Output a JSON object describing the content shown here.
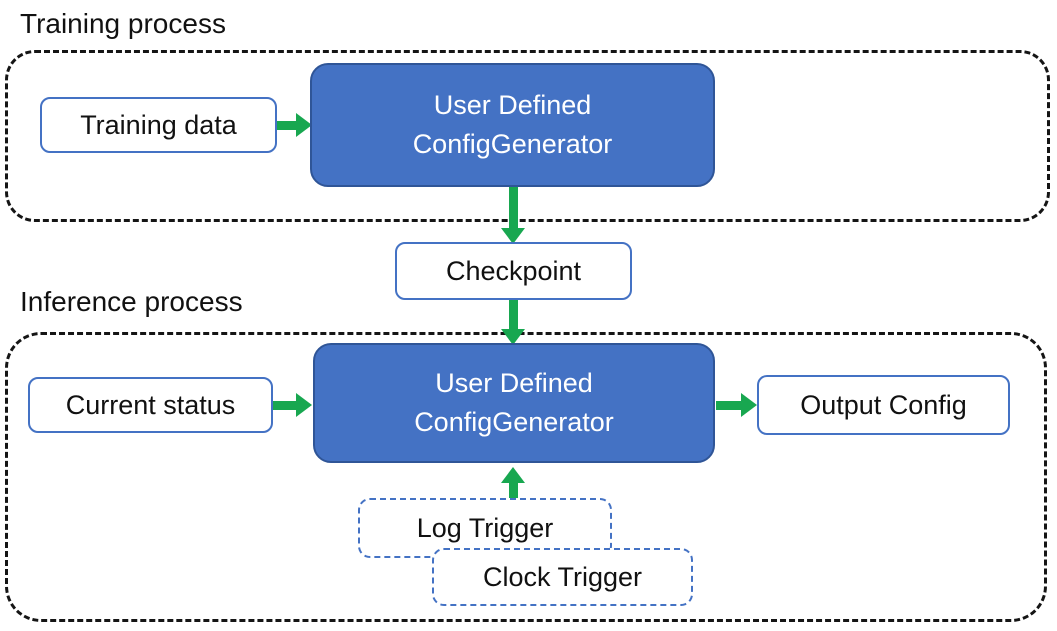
{
  "diagram": {
    "training": {
      "label": "Training process",
      "input_box": "Training data",
      "generator_line1": "User Defined",
      "generator_line2": "ConfigGenerator"
    },
    "checkpoint": "Checkpoint",
    "inference": {
      "label": "Inference process",
      "input_box": "Current status",
      "generator_line1": "User Defined",
      "generator_line2": "ConfigGenerator",
      "output_box": "Output Config",
      "trigger_log": "Log Trigger",
      "trigger_clock": "Clock Trigger"
    },
    "colors": {
      "node_fill": "#4472C4",
      "node_border": "#2F5597",
      "io_border": "#4472C4",
      "arrow": "#18A750",
      "container_border": "#151515"
    }
  }
}
